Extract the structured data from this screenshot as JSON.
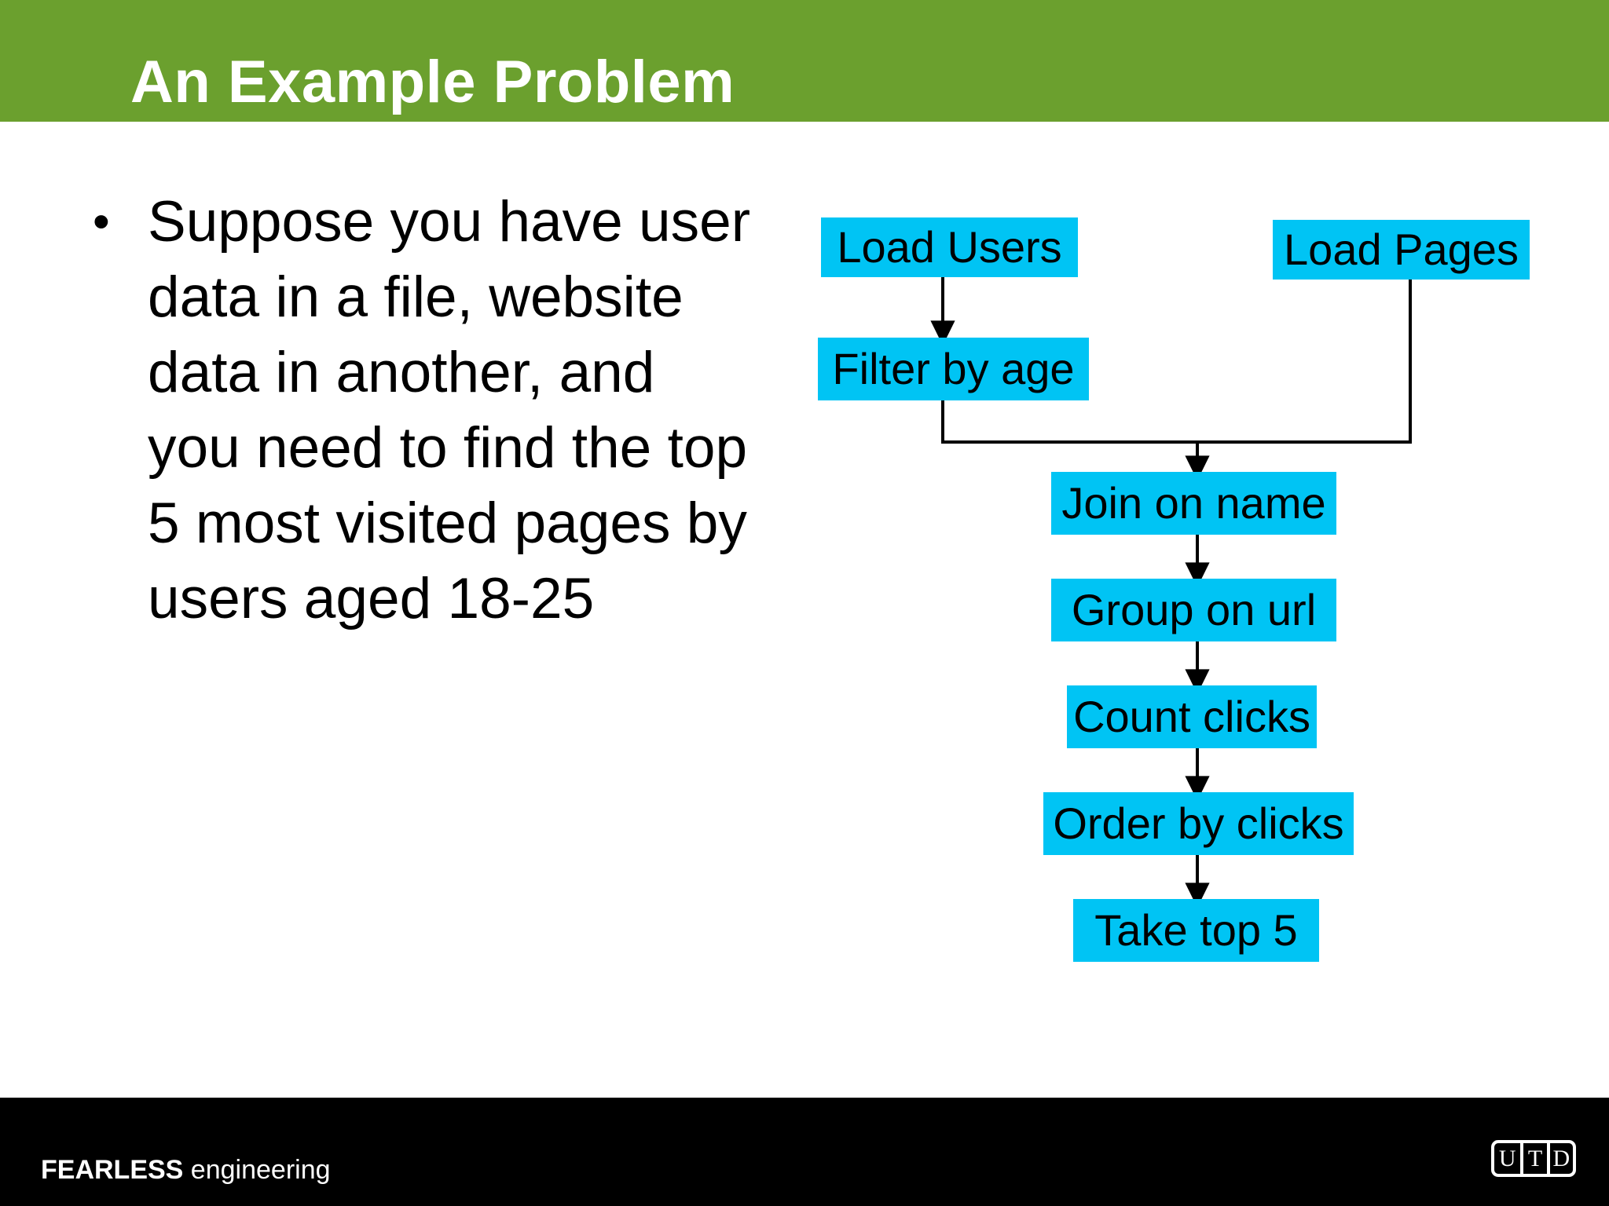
{
  "slide": {
    "title": "An Example Problem",
    "header_color": "#6ba02e",
    "footer_color": "#000000",
    "background_color": "#ffffff"
  },
  "content": {
    "bullets": [
      {
        "marker": "•",
        "text": "Suppose you have user data in a file, website data in another, and you need to find the top 5 most visited pages by users aged 18-25"
      }
    ]
  },
  "chart_data": {
    "type": "diagram",
    "title": "",
    "node_color": "#00c4f4",
    "edge_color": "#000000",
    "nodes": [
      {
        "id": "load_users",
        "label": "Load Users"
      },
      {
        "id": "load_pages",
        "label": "Load Pages"
      },
      {
        "id": "filter_age",
        "label": "Filter by age"
      },
      {
        "id": "join_name",
        "label": "Join on name"
      },
      {
        "id": "group_url",
        "label": "Group on url"
      },
      {
        "id": "count_clicks",
        "label": "Count clicks"
      },
      {
        "id": "order_clicks",
        "label": "Order by clicks"
      },
      {
        "id": "take_top5",
        "label": "Take top 5"
      }
    ],
    "edges": [
      {
        "from": "load_users",
        "to": "filter_age"
      },
      {
        "from": "filter_age",
        "to": "join_name"
      },
      {
        "from": "load_pages",
        "to": "join_name"
      },
      {
        "from": "join_name",
        "to": "group_url"
      },
      {
        "from": "group_url",
        "to": "count_clicks"
      },
      {
        "from": "count_clicks",
        "to": "order_clicks"
      },
      {
        "from": "order_clicks",
        "to": "take_top5"
      }
    ]
  },
  "footer": {
    "brand_strong": "FEARLESS",
    "brand_light": " engineering",
    "logo_letters": [
      "U",
      "T",
      "D"
    ]
  }
}
